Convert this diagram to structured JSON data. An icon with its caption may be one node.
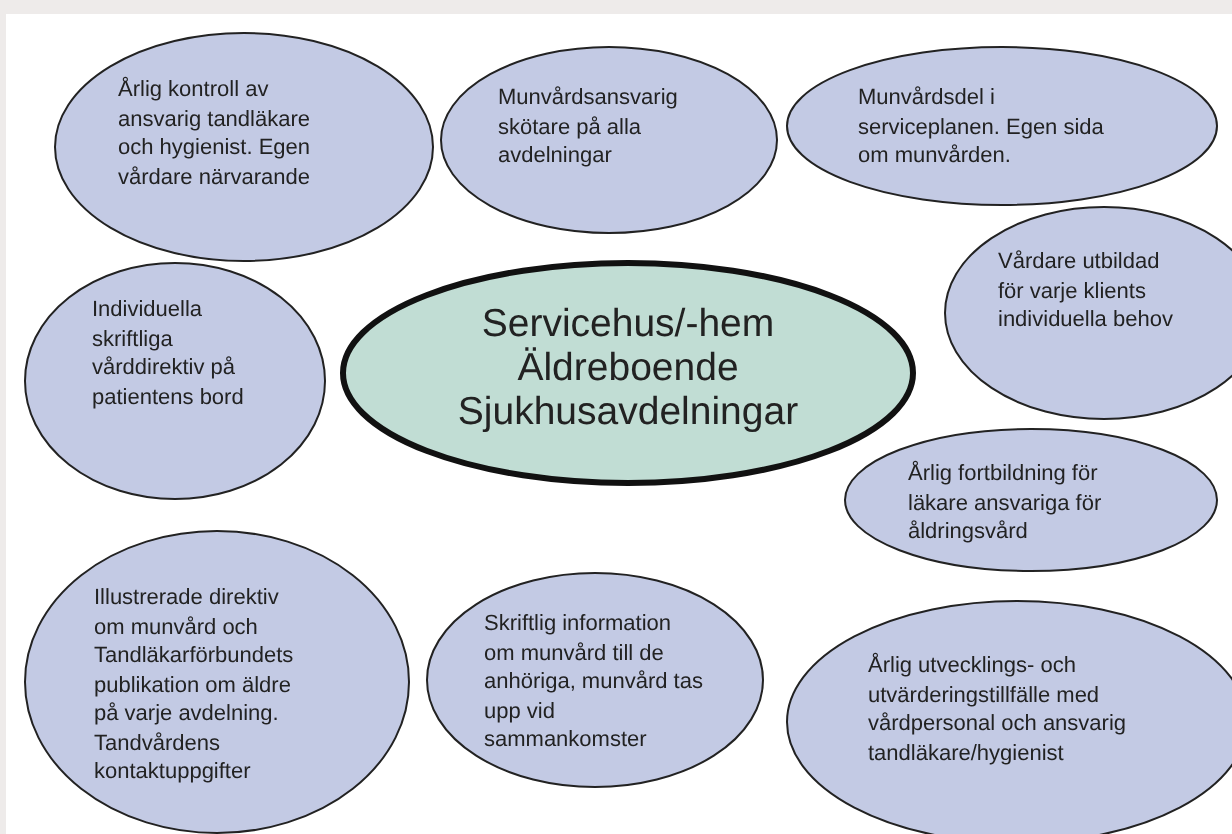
{
  "diagram": {
    "nodes": [
      {
        "text": [
          "Årlig kontroll av ansvarig tandläkare och hygienist. Egen vårdare närvarande"
        ]
      },
      {
        "text": [
          "Munvårdsansvarig skötare på alla avdelningar"
        ]
      },
      {
        "text": [
          "Munvårdsdel i serviceplanen. Egen sida om munvården."
        ]
      },
      {
        "text": [
          "Vårdare utbildad för varje klients individuella behov"
        ]
      },
      {
        "text": [
          "Individuella skriftliga vårddirektiv på patientens bord"
        ]
      },
      {
        "text": [
          "Servicehus/-hem Äldreboende Sjukhusavdelningar"
        ]
      },
      {
        "text": [
          "Årlig fortbildning för läkare ansvariga för åldringsvård"
        ]
      },
      {
        "text": [
          "Illustrerade direktiv om munvård och Tandläkarförbundets publikation om äldre på varje avdelning. Tandvårdens kontaktuppgifter"
        ]
      },
      {
        "text": [
          "Skriftlig information om munvård till de anhöriga, munvård tas upp vid sammankomster"
        ]
      },
      {
        "text": [
          "Årlig utvecklings- och utvärderingstillfälle med vårdpersonal och ansvarig tandläkare/hygienist"
        ]
      }
    ]
  }
}
